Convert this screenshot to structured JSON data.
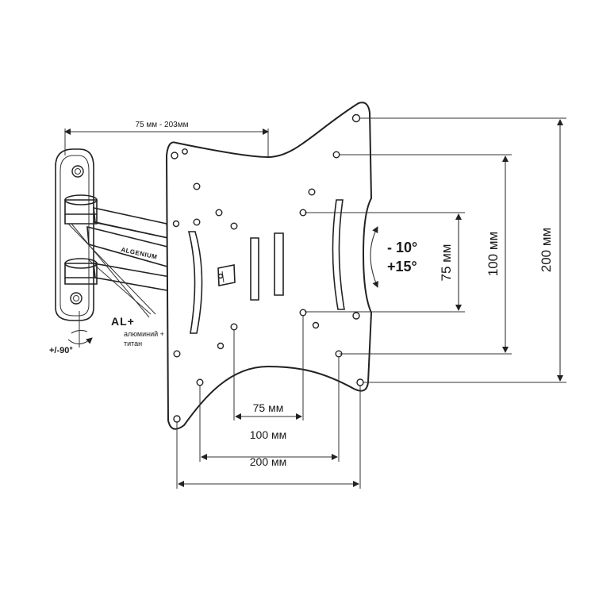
{
  "labels": {
    "wall_range": "75 мм - 203мм",
    "brand": "ALGENIUM",
    "material_title": "AL+",
    "material_line1": "алюминий +",
    "material_line2": "титан",
    "swivel": "+/-90°",
    "tilt_down": "- 10°",
    "tilt_up": "+15°",
    "v75": "75 мм",
    "v100": "100 мм",
    "v200": "200 мм",
    "h75": "75 мм",
    "h100": "100 мм",
    "h200": "200 мм"
  },
  "colors": {
    "line": "#222222",
    "background": "#ffffff"
  }
}
